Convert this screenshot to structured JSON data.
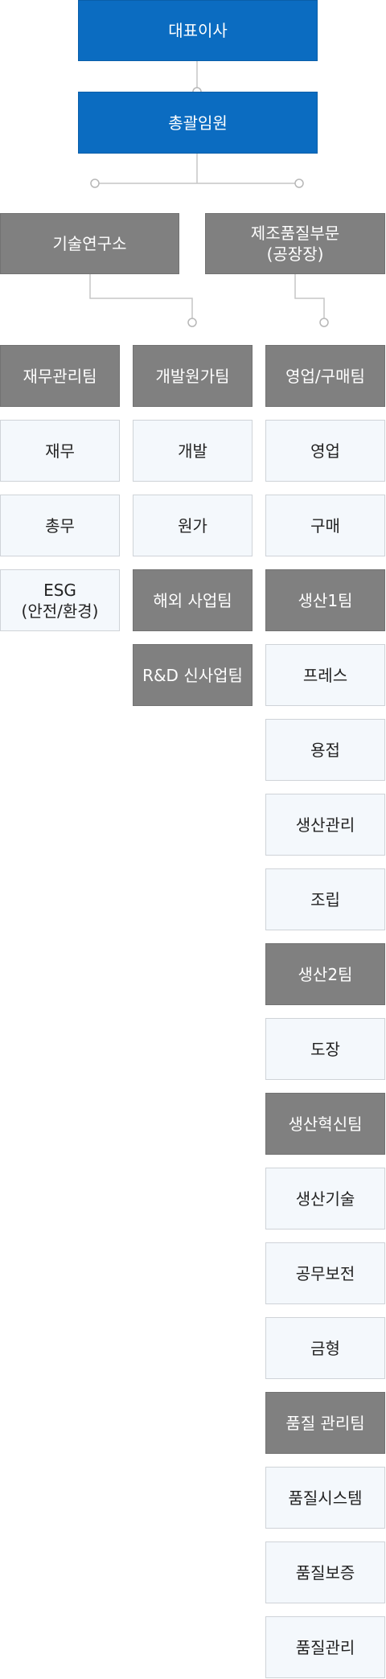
{
  "org_chart": {
    "ceo": "대표이사",
    "gm": "총괄임원",
    "rnd": "기술연구소",
    "mfg": "제조품질부문\n(공장장)",
    "col1": {
      "team": "재무관리팀",
      "items": [
        "재무",
        "총무",
        "ESG\n(안전/환경)"
      ]
    },
    "col2": {
      "team": "개발원가팀",
      "items": [
        "개발",
        "원가"
      ],
      "team2": "해외 사업팀",
      "team3": "R&D 신사업팀"
    },
    "col3": {
      "team": "영업/구매팀",
      "items_a": [
        "영업",
        "구매"
      ],
      "prod1": "생산1팀",
      "items_b": [
        "프레스",
        "용접",
        "생산관리",
        "조립"
      ],
      "prod2": "생산2팀",
      "items_c": [
        "도장"
      ],
      "innov": "생산혁신팀",
      "items_d": [
        "생산기술",
        "공무보전",
        "금형"
      ],
      "quality": "품질 관리팀",
      "items_e": [
        "품질시스템",
        "품질보증",
        "품질관리"
      ]
    }
  }
}
